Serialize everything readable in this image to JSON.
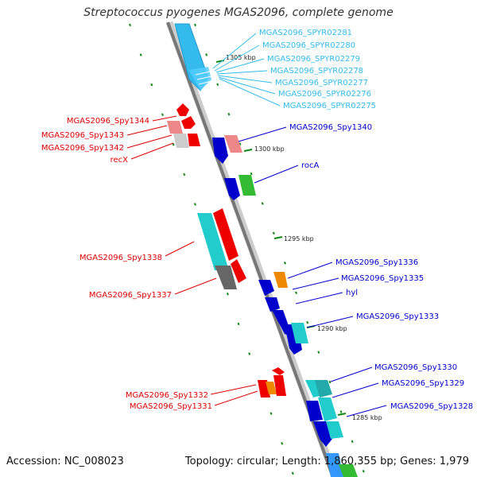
{
  "title": "Streptococcus pyogenes MGAS2096, complete genome",
  "footer": {
    "accession": "Accession: NC_008023",
    "summary": "Topology: circular; Length: 1,860,355 bp; Genes: 1,979"
  },
  "colors": {
    "rna_label": "#33bbee",
    "forward_label": "#0000cc",
    "reverse_label": "#dd0000",
    "backbone": "#888888",
    "tick": "#118811"
  },
  "scale_labels": [
    "1305 kbp",
    "1300 kbp",
    "1295 kbp",
    "1290 kbp",
    "1285 kbp"
  ],
  "labels_right_rna": [
    "MGAS2096_SPYR02281",
    "MGAS2096_SPYR02280",
    "MGAS2096_SPYR02279",
    "MGAS2096_SPYR02278",
    "MGAS2096_SPYR02277",
    "MGAS2096_SPYR02276",
    "MGAS2096_SPYR02275"
  ],
  "labels_right_forward": [
    "MGAS2096_Spy1340",
    "rocA",
    "MGAS2096_Spy1336",
    "MGAS2096_Spy1335",
    "hyl",
    "MGAS2096_Spy1333",
    "MGAS2096_Spy1330",
    "MGAS2096_Spy1329",
    "MGAS2096_Spy1328"
  ],
  "labels_left_reverse": [
    "MGAS2096_Spy1344",
    "MGAS2096_Spy1343",
    "MGAS2096_Spy1342",
    "recX",
    "MGAS2096_Spy1338",
    "MGAS2096_Spy1337",
    "MGAS2096_Spy1332",
    "MGAS2096_Spy1331"
  ]
}
